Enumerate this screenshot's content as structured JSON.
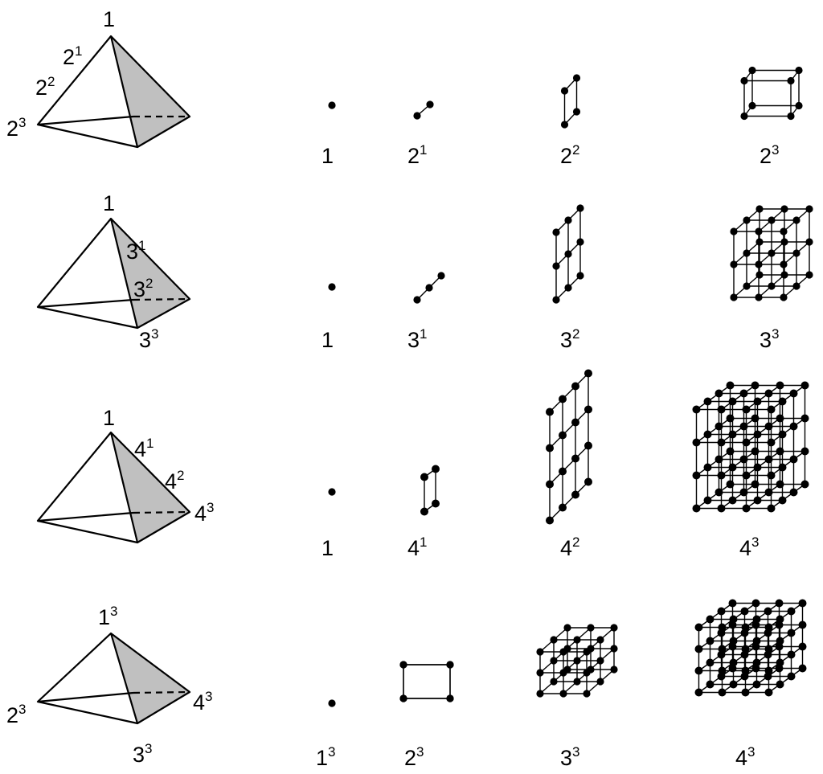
{
  "rows": [
    {
      "id": "row-1",
      "tetrahedron": {
        "labels": [
          {
            "base": "1",
            "sup": ""
          },
          {
            "base": "2",
            "sup": "1"
          },
          {
            "base": "2",
            "sup": "2"
          },
          {
            "base": "2",
            "sup": "3"
          }
        ]
      },
      "cubes": [
        {
          "n": 1,
          "caption": {
            "base": "1",
            "sup": ""
          }
        },
        {
          "n": 2,
          "caption": {
            "base": "2",
            "sup": "1"
          }
        },
        {
          "n": 2,
          "caption": {
            "base": "2",
            "sup": "2"
          }
        },
        {
          "n": 2,
          "caption": {
            "base": "2",
            "sup": "3"
          }
        }
      ]
    },
    {
      "id": "row-2",
      "tetrahedron": {
        "labels": [
          {
            "base": "1",
            "sup": ""
          },
          {
            "base": "3",
            "sup": "1"
          },
          {
            "base": "3",
            "sup": "2"
          },
          {
            "base": "3",
            "sup": "3"
          }
        ]
      },
      "cubes": [
        {
          "n": 1,
          "caption": {
            "base": "1",
            "sup": ""
          }
        },
        {
          "n": 3,
          "caption": {
            "base": "3",
            "sup": "1"
          }
        },
        {
          "n": 3,
          "caption": {
            "base": "3",
            "sup": "2"
          }
        },
        {
          "n": 3,
          "caption": {
            "base": "3",
            "sup": "3"
          }
        }
      ]
    },
    {
      "id": "row-3",
      "tetrahedron": {
        "labels": [
          {
            "base": "1",
            "sup": ""
          },
          {
            "base": "4",
            "sup": "1"
          },
          {
            "base": "4",
            "sup": "2"
          },
          {
            "base": "4",
            "sup": "3"
          }
        ]
      },
      "cubes": [
        {
          "n": 1,
          "caption": {
            "base": "1",
            "sup": ""
          }
        },
        {
          "n": 4,
          "caption": {
            "base": "4",
            "sup": "1"
          }
        },
        {
          "n": 4,
          "caption": {
            "base": "4",
            "sup": "2"
          }
        },
        {
          "n": 4,
          "caption": {
            "base": "4",
            "sup": "3"
          }
        }
      ]
    },
    {
      "id": "row-4",
      "tetrahedron": {
        "labels": [
          {
            "base": "1",
            "sup": "3"
          },
          {
            "base": "2",
            "sup": "3"
          },
          {
            "base": "3",
            "sup": "3"
          },
          {
            "base": "4",
            "sup": "3"
          }
        ]
      },
      "cubes": [
        {
          "n": 1,
          "caption": {
            "base": "1",
            "sup": "3"
          }
        },
        {
          "n": 2,
          "caption": {
            "base": "2",
            "sup": "3"
          }
        },
        {
          "n": 3,
          "caption": {
            "base": "3",
            "sup": "3"
          }
        },
        {
          "n": 4,
          "caption": {
            "base": "4",
            "sup": "3"
          }
        }
      ]
    }
  ],
  "colors": {
    "shaded_face": "#c0c0c0",
    "ink": "#000000"
  }
}
